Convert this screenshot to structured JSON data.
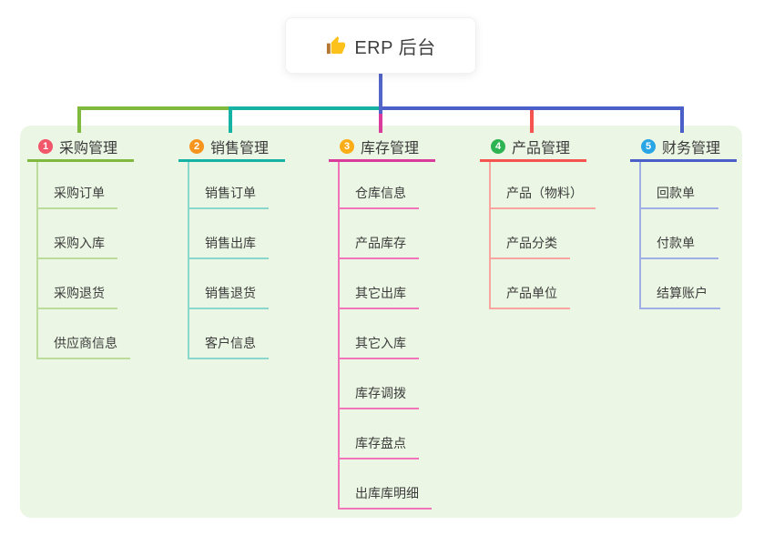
{
  "root": {
    "label": "ERP 后台",
    "icon": "thumbs-up"
  },
  "colors": {
    "canvas": "#ffffff",
    "panel": "#EBF7E4",
    "root_line": "#5266C9",
    "text": "#3c3c3c"
  },
  "branches": [
    {
      "index": "1",
      "label": "采购管理",
      "badge_color": "#F1566B",
      "line_color": "#7FBA3F",
      "line_light": "#BBDC9B",
      "children": [
        "采购订单",
        "采购入库",
        "采购退货",
        "供应商信息"
      ]
    },
    {
      "index": "2",
      "label": "销售管理",
      "badge_color": "#F7941E",
      "line_color": "#16B3A5",
      "line_light": "#89D7CD",
      "children": [
        "销售订单",
        "销售出库",
        "销售退货",
        "客户信息"
      ]
    },
    {
      "index": "3",
      "label": "库存管理",
      "badge_color": "#FBAD18",
      "line_color": "#DA3C9B",
      "line_light": "#F173BA",
      "children": [
        "仓库信息",
        "产品库存",
        "其它出库",
        "其它入库",
        "库存调拨",
        "库存盘点",
        "出库库明细"
      ]
    },
    {
      "index": "4",
      "label": "产品管理",
      "badge_color": "#2DB351",
      "line_color": "#F4534F",
      "line_light": "#F8A49F",
      "children": [
        "产品（物料）",
        "产品分类",
        "产品单位"
      ]
    },
    {
      "index": "5",
      "label": "财务管理",
      "badge_color": "#28A5E5",
      "line_color": "#4A5FC8",
      "line_light": "#9FAEE5",
      "children": [
        "回款单",
        "付款单",
        "结算账户"
      ]
    }
  ]
}
